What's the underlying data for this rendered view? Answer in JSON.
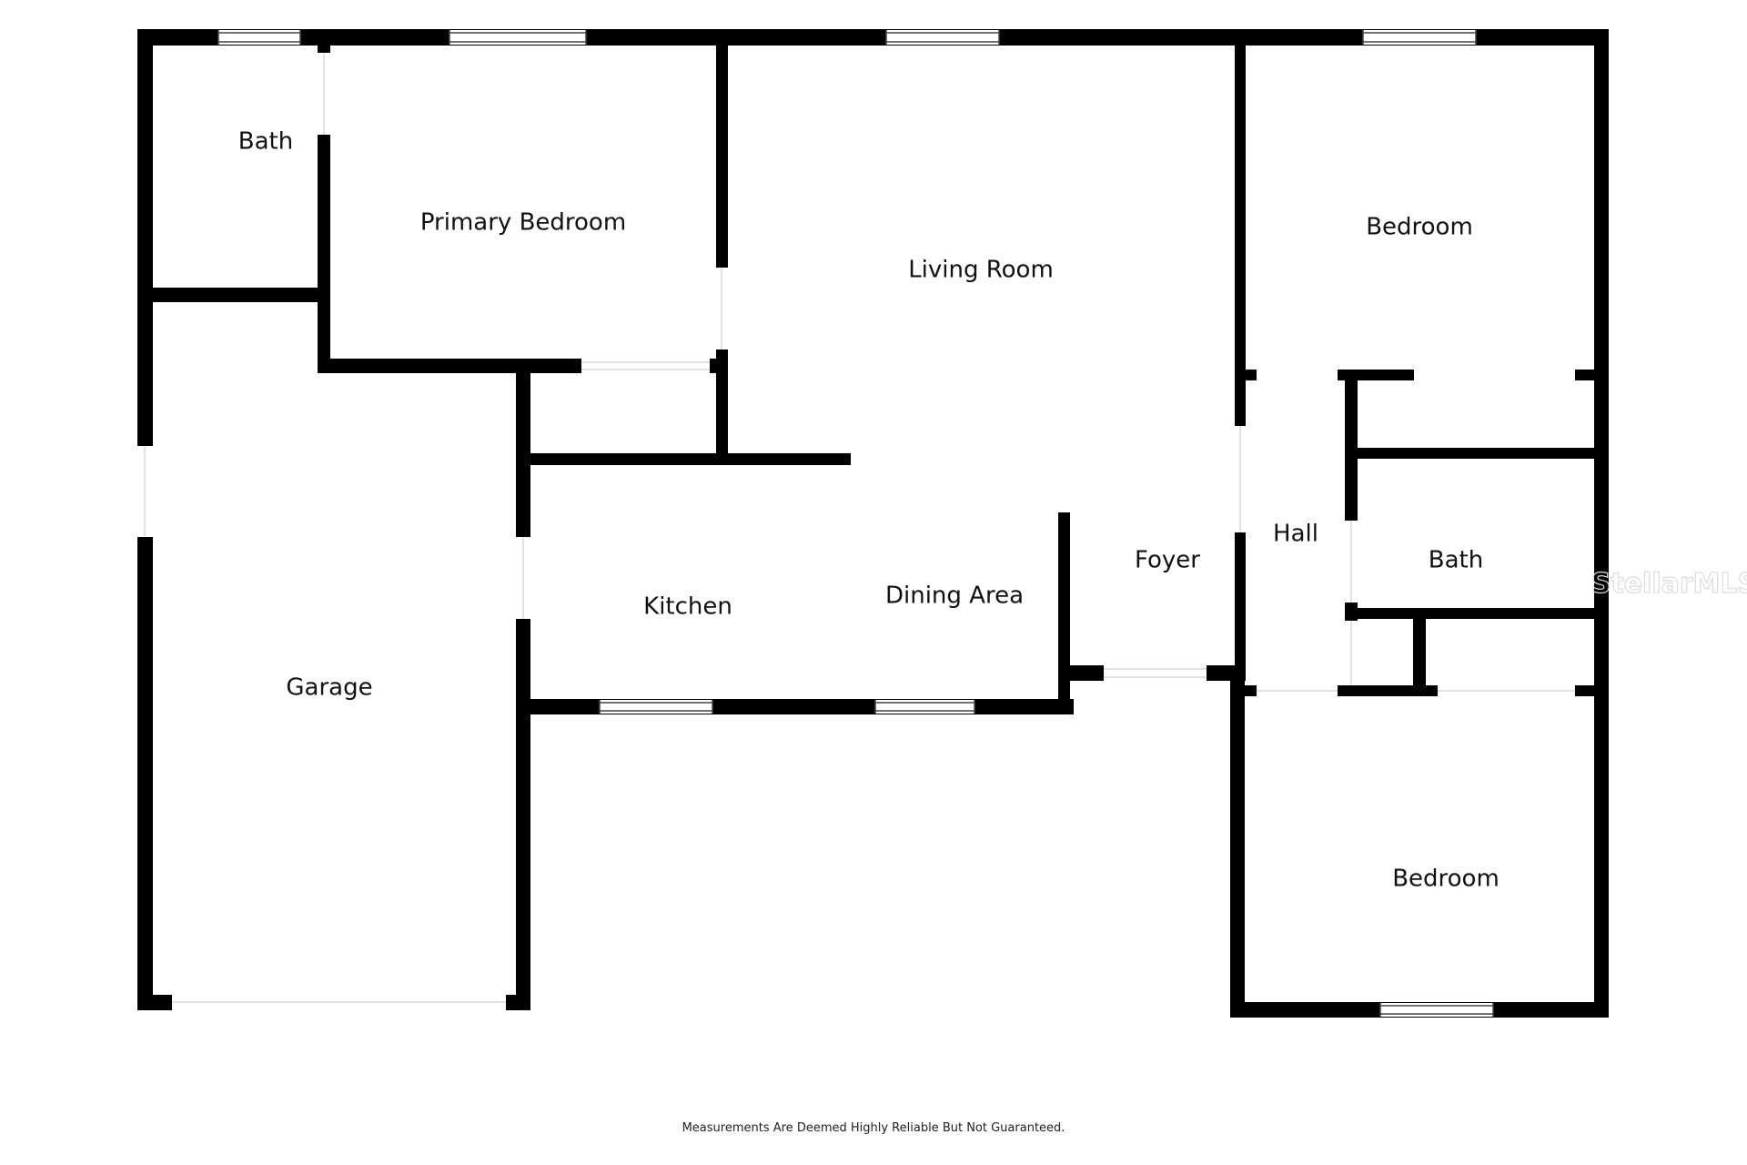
{
  "colors": {
    "wall": "#000000",
    "background": "#ffffff",
    "label": "#111111"
  },
  "rooms": {
    "bath_primary": "Bath",
    "primary_bedroom": "Primary Bedroom",
    "living_room": "Living Room",
    "bedroom_north": "Bedroom",
    "hall": "Hall",
    "bath_hall": "Bath",
    "foyer": "Foyer",
    "kitchen": "Kitchen",
    "dining_area": "Dining Area",
    "garage": "Garage",
    "bedroom_south": "Bedroom"
  },
  "watermark": "StellarMLS",
  "disclaimer": "Measurements Are Deemed Highly Reliable But Not Guaranteed."
}
